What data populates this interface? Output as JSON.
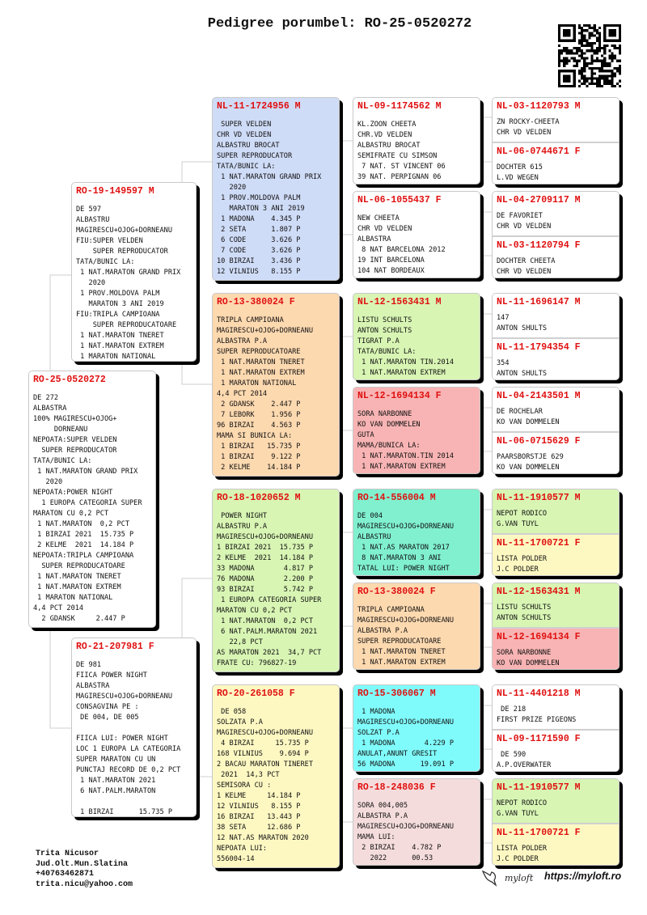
{
  "title": "Pedigree porumbel: RO-25-0520272",
  "subject": {
    "ring": "RO-25-0520272",
    "bg": "#ffffff",
    "lines": [
      "DE 272",
      "ALBASTRA",
      "100% MAGIRESCU+OJOG+",
      "     DORNEANU",
      "NEPOATA:SUPER VELDEN",
      "  SUPER REPRODUCATOR",
      "TATA/BUNIC LA:",
      " 1 NAT.MARATON GRAND PRIX",
      "   2020",
      "NEPOATA:POWER NIGHT",
      "  1 EUROPA CATEGORIA SUPER",
      "MARATON CU 0,2 PCT",
      " 1 NAT.MARATON  0,2 PCT",
      " 1 BIRZAI 2021  15.735 P",
      " 2 KELME  2021  14.184 P",
      "NEPOATA:TRIPLA CAMPIOANA",
      "  SUPER REPRODUCATOARE",
      " 1 NAT.MARATON TNERET",
      " 1 NAT.MARATON EXTREM",
      " 1 MARATON NATIONAL",
      "4,4 PCT 2014",
      "  2 GDANSK     2.447 P"
    ]
  },
  "parents": [
    {
      "ring": "RO-19-149597 M",
      "bg": "#ffffff",
      "lines": [
        "DE 597",
        "ALBASTRU",
        "MAGIRESCU+OJOG+DORNEANU",
        "FIU:SUPER VELDEN",
        "    SUPER REPRODUCATOR",
        "TATA/BUNIC LA:",
        " 1 NAT.MARATON GRAND PRIX",
        "   2020",
        " 1 PROV.MOLDOVA PALM",
        "   MARATON 3 ANI 2019",
        "FIU:TRIPLA CAMPIOANA",
        "    SUPER REPRODUCATOARE",
        " 1 NAT.MARATON TNERET",
        " 1 NAT.MARATON EXTREM",
        " 1 MARATON NATIONAL"
      ]
    },
    {
      "ring": "RO-21-207981 F",
      "bg": "#ffffff",
      "lines": [
        "DE 981",
        "FIICA POWER NIGHT",
        "ALBASTRA",
        "MAGIRESCU+OJOG+DORNEANU",
        "CONSAGVINA PE :",
        " DE 004, DE 005",
        "",
        "FIICA LUI: POWER NIGHT",
        "LOC 1 EUROPA LA CATEGORIA",
        "SUPER MARATON CU UN",
        "PUNCTAJ RECORD DE 0,2 PCT",
        " 1 NAT.MARATON 2021",
        " 6 NAT.PALM.MARATON",
        "",
        " 1 BIRZAI      15.735 P"
      ]
    }
  ],
  "grandparents": [
    {
      "ring": "NL-11-1724956 M",
      "bg": "#cfdcf7",
      "lines": [
        " SUPER VELDEN",
        "CHR VD VELDEN",
        "ALBASTRU BROCAT",
        "SUPER REPRODUCATOR",
        "TATA/BUNIC LA:",
        " 1 NAT.MARATON GRAND PRIX",
        "   2020",
        " 1 PROV.MOLDOVA PALM",
        "   MARATON 3 ANI 2019",
        " 1 MADONA    4.345 P",
        " 2 SETA      1.807 P",
        " 6 CODE      3.626 P",
        " 7 CODE      3.626 P",
        "10 BIRZAI    3.436 P",
        "12 VILNIUS   8.155 P"
      ]
    },
    {
      "ring": "RO-13-380024 F",
      "bg": "#fdd9b0",
      "lines": [
        "TRIPLA CAMPIOANA",
        "MAGIRESCU+OJOG+DORNEANU",
        "ALBASTRA P.A",
        "SUPER REPRODUCATOARE",
        " 1 NAT.MARATON TNERET",
        " 1 NAT.MARATON EXTREM",
        " 1 MARATON NATIONAL",
        "4,4 PCT 2014",
        " 2 GDANSK    2.447 P",
        " 7 LEBORK    1.956 P",
        "96 BIRZAI    4.563 P",
        "MAMA SI BUNICA LA:",
        " 1 BIRZAI   15.735 P",
        " 1 BIRZAI    9.122 P",
        " 2 KELME    14.184 P"
      ]
    },
    {
      "ring": "RO-18-1020652 M",
      "bg": "#d8f5b4",
      "lines": [
        " POWER NIGHT",
        "ALBASTRU P.A",
        "MAGIRESCU+OJOG+DORNEANU",
        "1 BIRZAI 2021  15.735 P",
        "2 KELME  2021  14.184 P",
        "33 MADONA       4.817 P",
        "76 MADONA       2.200 P",
        "93 BIRZAI       5.742 P",
        " 1 EUROPA CATEGORIA SUPER",
        "MARATON CU 0,2 PCT",
        " 1 NAT.MARATON  0,2 PCT",
        " 6 NAT.PALM.MARATON 2021",
        "   22,8 PCT",
        "AS MARATON 2021  34,7 PCT",
        "FRATE CU: 796827-19"
      ]
    },
    {
      "ring": "RO-20-261058 F",
      "bg": "#fdf8c2",
      "lines": [
        " DE 058",
        "SOLZATA P.A",
        "MAGIRESCU+OJOG+DORNEANU",
        " 4 BIRZAI     15.735 P",
        "168 VILNIUS    9.694 P",
        "2 BACAU MARATON TINERET",
        " 2021  14,3 PCT",
        "SEMISORA CU :",
        "1 KELME     14.184 P",
        "12 VILNIUS   8.155 P",
        "16 BIRZAI   13.443 P",
        "38 SETA     12.686 P",
        "12 NAT.AS MARATON 2020",
        "NEPOATA LUI:",
        "556004-14"
      ]
    }
  ],
  "great_grandparents": [
    {
      "ring": "NL-09-1174562 M",
      "bg": "#ffffff",
      "lines": [
        "KL.ZOON CHEETA",
        "CHR.VD VELDEN",
        "ALBASTRU BROCAT",
        "SEMIFRATE CU SIMSON",
        " 7 NAT. ST VINCENT 06",
        "39 NAT. PERPIGNAN 06"
      ]
    },
    {
      "ring": "NL-06-1055437 F",
      "bg": "#ffffff",
      "lines": [
        "NEW CHEETA",
        "CHR VD VELDEN",
        "ALBASTRA",
        " 8 NAT BARCELONA 2012",
        "19 INT BARCELONA",
        "104 NAT BORDEAUX"
      ]
    },
    {
      "ring": "NL-12-1563431 M",
      "bg": "#d8f5b4",
      "lines": [
        "LISTU SCHULTS",
        "ANTON SCHULTS",
        "TIGRAT P.A",
        "TATA/BUNIC LA:",
        " 1 NAT.MARATON TIN.2014",
        " 1 NAT.MARATON EXTREM"
      ]
    },
    {
      "ring": "NL-12-1694134 F",
      "bg": "#f8b4b4",
      "lines": [
        "SORA NARBONNE",
        "KO VAN DOMMELEN",
        "GUTA",
        "MAMA/BUNICA LA:",
        " 1 NAT.MARATON.TIN 2014",
        " 1 NAT.MARATON EXTREM"
      ]
    },
    {
      "ring": "RO-14-556004 M",
      "bg": "#80f0cf",
      "lines": [
        "DE 004",
        "MAGIRESCU+OJOG+DORNEANU",
        "ALBASTRU",
        " 1 NAT.AS MARATON 2017",
        " 8 NAT.MARATON 3 ANI",
        "TATAL LUI: POWER NIGHT"
      ]
    },
    {
      "ring": "RO-13-380024 F",
      "bg": "#fdd9b0",
      "lines": [
        "TRIPLA CAMPIOANA",
        "MAGIRESCU+OJOG+DORNEANU",
        "ALBASTRA P.A",
        "SUPER REPRODUCATOARE",
        " 1 NAT.MARATON TNERET",
        " 1 NAT.MARATON EXTREM"
      ]
    },
    {
      "ring": "RO-15-306067 M",
      "bg": "#80fbfb",
      "lines": [
        " 1 MADONA",
        "MAGIRESCU+OJOG+DORNEANU",
        "SOLZAT P.A",
        " 1 MADONA       4.229 P",
        "ANULAT,ANUNT GRESIT",
        "56 MADONA      19.091 P"
      ]
    },
    {
      "ring": "RO-18-248036 F",
      "bg": "#f5dcdc",
      "lines": [
        "SORA 004,005",
        "ALBASTRA P.A",
        "MAGIRESCU+OJOG+DORNEANU",
        "MAMA LUI:",
        " 2 BIRZAI    4.782 P",
        "   2022      00.53"
      ]
    }
  ],
  "gen4": [
    {
      "ring": "NL-03-1120793 M",
      "bg": "#ffffff",
      "lines": [
        "ZN ROCKY-CHEETA",
        "CHR VD VELDEN"
      ]
    },
    {
      "ring": "NL-06-0744671 F",
      "bg": "#ffffff",
      "lines": [
        "DOCHTER 615",
        "L.VD WEGEN"
      ]
    },
    {
      "ring": "NL-04-2709117 M",
      "bg": "#ffffff",
      "lines": [
        "DE FAVORIET",
        "CHR VD VELDEN"
      ]
    },
    {
      "ring": "NL-03-1120794 F",
      "bg": "#ffffff",
      "lines": [
        "DOCHTER CHEETA",
        "CHR VD VELDEN"
      ]
    },
    {
      "ring": "NL-11-1696147 M",
      "bg": "#ffffff",
      "lines": [
        "147",
        "ANTON SHULTS"
      ]
    },
    {
      "ring": "NL-11-1794354 F",
      "bg": "#ffffff",
      "lines": [
        "354",
        "ANTON SHULTS"
      ]
    },
    {
      "ring": "NL-04-2143501 M",
      "bg": "#ffffff",
      "lines": [
        "DE ROCHELAR",
        "KO VAN DOMMELEN"
      ]
    },
    {
      "ring": "NL-06-0715629 F",
      "bg": "#ffffff",
      "lines": [
        "PAARSBORSTJE 629",
        "KO VAN DOMMELEN"
      ]
    },
    {
      "ring": "NL-11-1910577 M",
      "bg": "#d8f5b4",
      "lines": [
        "NEPOT RODICO",
        "G.VAN TUYL"
      ]
    },
    {
      "ring": "NL-11-1700721 F",
      "bg": "#fdf8c2",
      "lines": [
        "LISTA POLDER",
        "J.C POLDER"
      ]
    },
    {
      "ring": "NL-12-1563431 M",
      "bg": "#d8f5b4",
      "lines": [
        "LISTU SCHULTS",
        "ANTON SCHULTS"
      ]
    },
    {
      "ring": "NL-12-1694134 F",
      "bg": "#f8b4b4",
      "lines": [
        "SORA NARBONNE",
        "KO VAN DOMMELEN"
      ]
    },
    {
      "ring": "NL-11-4401218 M",
      "bg": "#ffffff",
      "lines": [
        " DE 218",
        "FIRST PRIZE PIGEONS"
      ]
    },
    {
      "ring": "NL-09-1171590 F",
      "bg": "#ffffff",
      "lines": [
        " DE 590",
        "A.P.OVERWATER"
      ]
    },
    {
      "ring": "NL-11-1910577 M",
      "bg": "#d8f5b4",
      "lines": [
        "NEPOT RODICO",
        "G.VAN TUYL"
      ]
    },
    {
      "ring": "NL-11-1700721 F",
      "bg": "#fdf8c2",
      "lines": [
        "LISTA POLDER",
        "J.C POLDER"
      ]
    }
  ],
  "contact": {
    "name": "Trita Nicusor",
    "address": "Jud.Olt.Mun.Slatina",
    "phone": "+40763462871",
    "email": "trita.nicu@yahoo.com"
  },
  "brand": {
    "logo_text": "myloft",
    "url": "https://myloft.ro"
  }
}
